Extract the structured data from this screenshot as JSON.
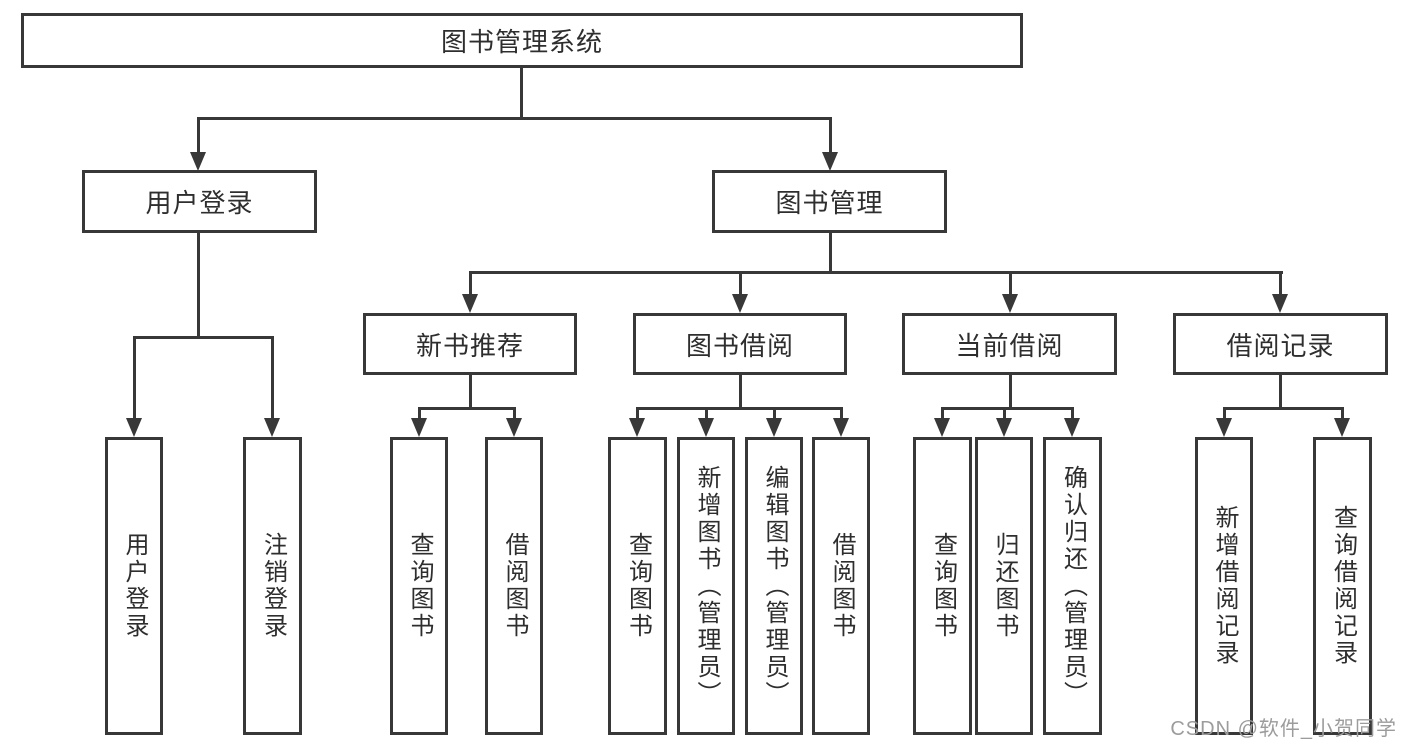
{
  "colors": {
    "line": "#383838",
    "text": "#2e2e2e",
    "box_background": "#ffffff",
    "watermark": "#9c9c9c"
  },
  "tree": {
    "root": {
      "label": "图书管理系统"
    },
    "user_login": {
      "label": "用户登录",
      "children": [
        "用户登录",
        "注销登录"
      ]
    },
    "book_mgmt": {
      "label": "图书管理"
    },
    "new_books": {
      "label": "新书推荐",
      "children": [
        "查询图书",
        "借阅图书"
      ]
    },
    "book_borrow": {
      "label": "图书借阅",
      "children": [
        "查询图书",
        "新增图书（管理员）",
        "编辑图书（管理员）",
        "借阅图书"
      ]
    },
    "current_borrow": {
      "label": "当前借阅",
      "children": [
        "查询图书",
        "归还图书",
        "确认归还（管理员）"
      ]
    },
    "borrow_records": {
      "label": "借阅记录",
      "children": [
        "新增借阅记录",
        "查询借阅记录"
      ]
    }
  },
  "watermark": {
    "text": "CSDN @软件_小贺同学"
  }
}
